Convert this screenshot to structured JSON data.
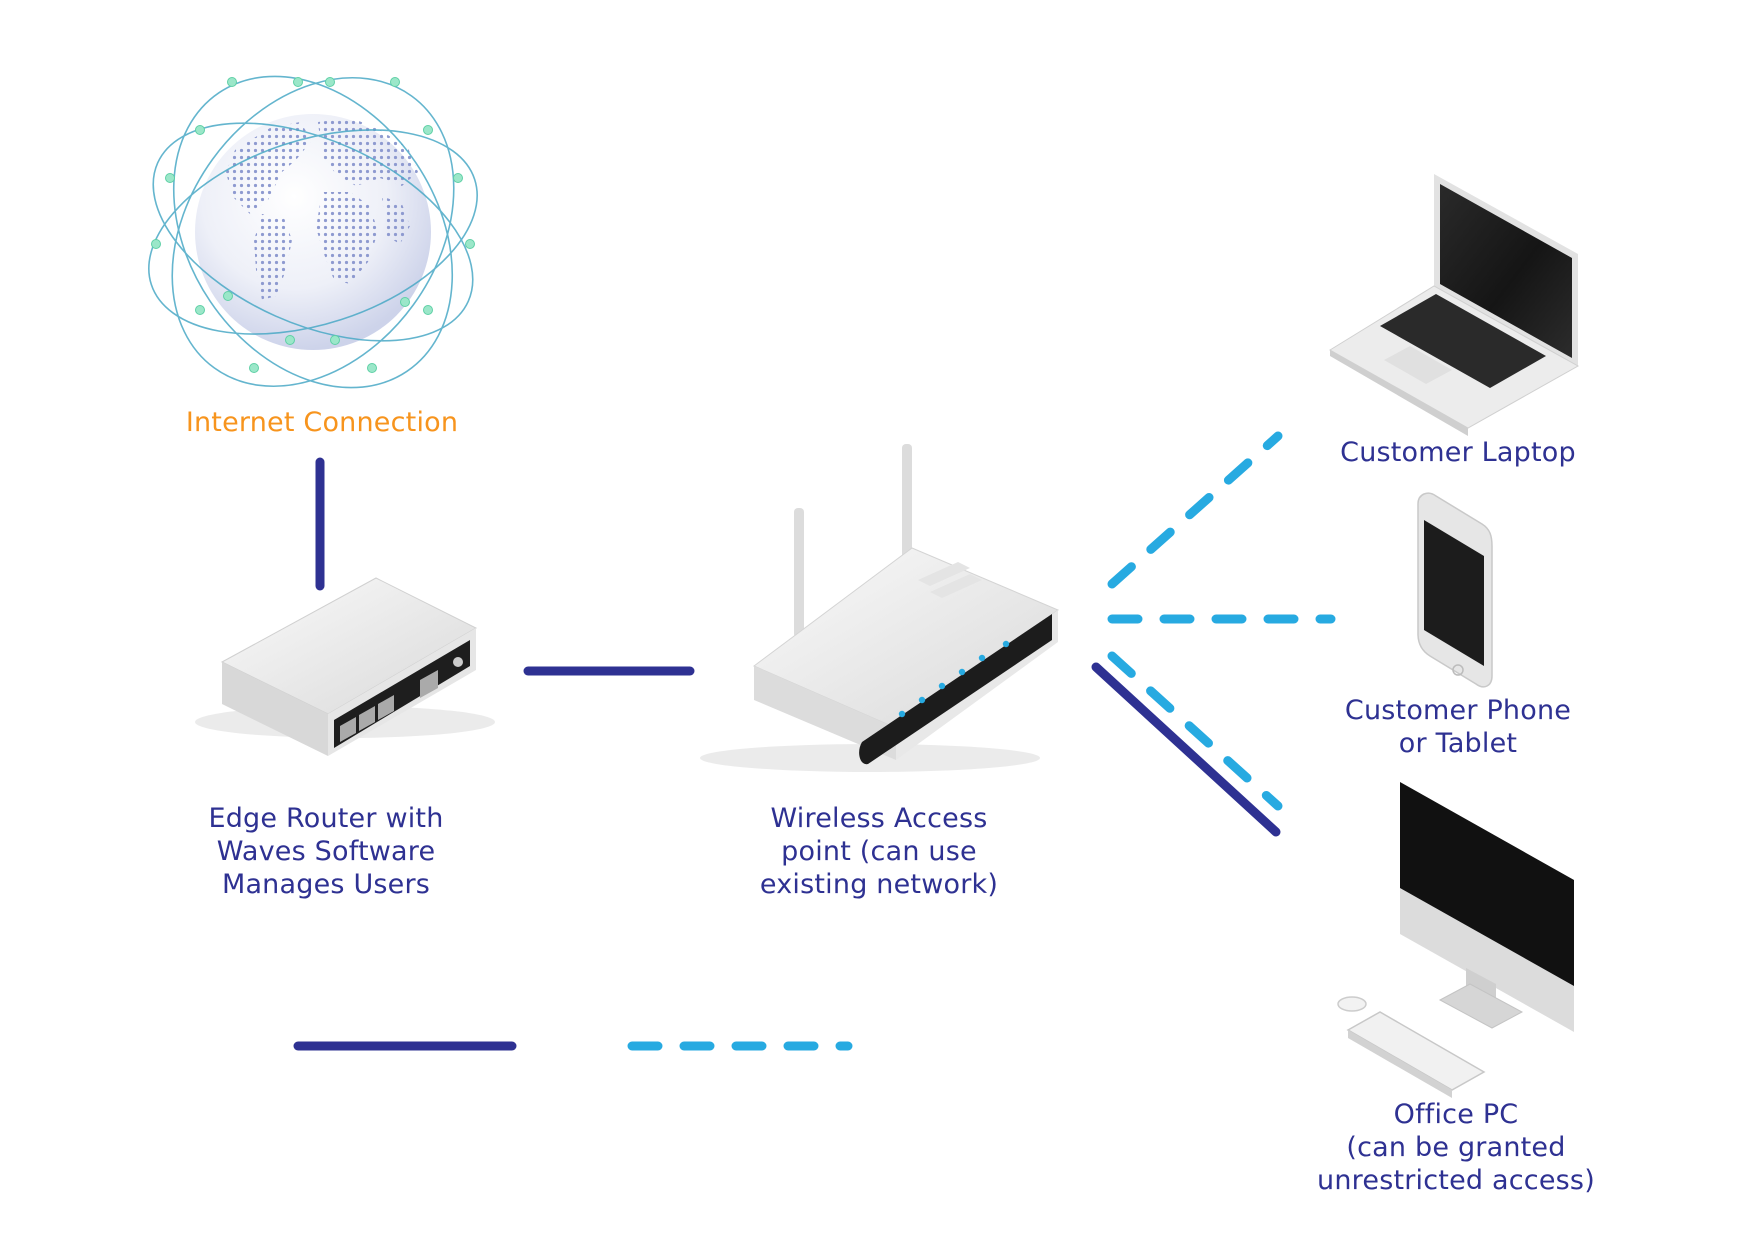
{
  "colors": {
    "wired": "#2e3192",
    "wireless": "#27aae1",
    "internet_label": "#f7941d",
    "node_label": "#2e3192"
  },
  "nodes": {
    "internet": {
      "icon": "globe-icon",
      "label": "Internet Connection"
    },
    "edge_router": {
      "icon": "edge-router-icon",
      "lines": [
        "Edge Router with",
        "Waves Software",
        "Manages Users"
      ]
    },
    "access_point": {
      "icon": "wireless-router-icon",
      "lines": [
        "Wireless Access",
        "point (can use",
        "existing network)"
      ]
    },
    "laptop": {
      "icon": "laptop-icon",
      "label": "Customer Laptop"
    },
    "phone": {
      "icon": "smartphone-icon",
      "lines": [
        "Customer Phone",
        "or Tablet"
      ]
    },
    "office_pc": {
      "icon": "desktop-computer-icon",
      "lines": [
        "Office PC",
        "(can be granted",
        "unrestricted access)"
      ]
    }
  },
  "connections": [
    {
      "from": "internet",
      "to": "edge_router",
      "style": "wired"
    },
    {
      "from": "edge_router",
      "to": "access_point",
      "style": "wired"
    },
    {
      "from": "access_point",
      "to": "laptop",
      "style": "wireless"
    },
    {
      "from": "access_point",
      "to": "phone",
      "style": "wireless"
    },
    {
      "from": "access_point",
      "to": "office_pc",
      "style": "wireless"
    },
    {
      "from": "access_point",
      "to": "office_pc",
      "style": "wired"
    }
  ],
  "legend": [
    {
      "style": "wired"
    },
    {
      "style": "wireless"
    }
  ]
}
